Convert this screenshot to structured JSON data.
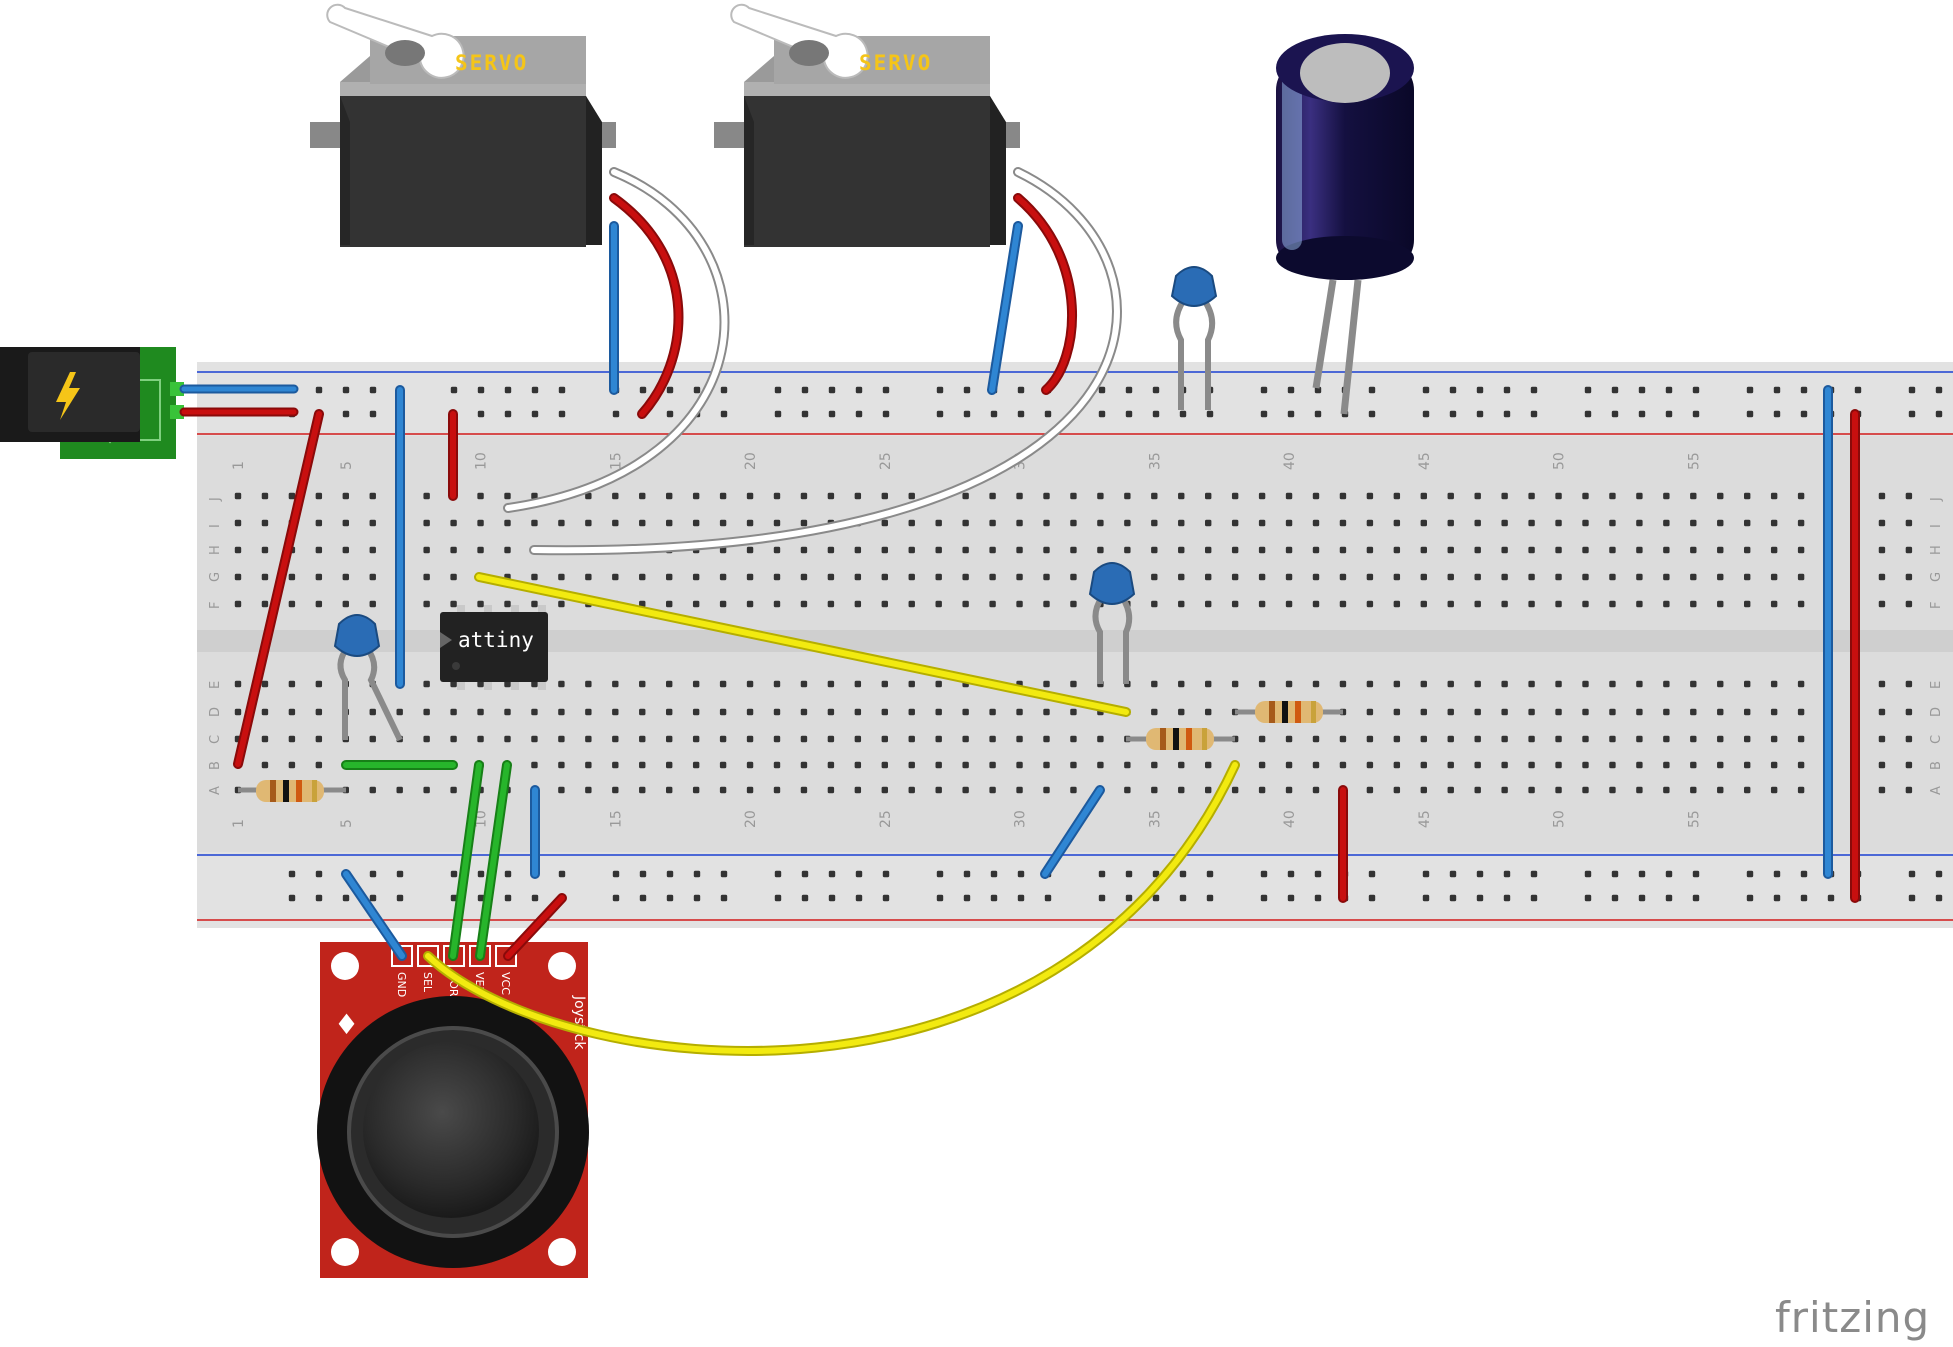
{
  "servo_label": "SERVO",
  "chip_label": "attiny",
  "brand": "fritzing",
  "joystick_label": "Joystick",
  "joystick_pins": [
    "GND",
    "SEL",
    "HOR",
    "VER",
    "VCC"
  ],
  "column_numbers": [
    "1",
    "5",
    "10",
    "15",
    "20",
    "25",
    "30",
    "35",
    "40",
    "45",
    "50",
    "55"
  ],
  "row_letters_top": [
    "J",
    "I",
    "H",
    "G",
    "F"
  ],
  "row_letters_bottom": [
    "E",
    "D",
    "C",
    "B",
    "A"
  ],
  "colors": {
    "board": "#dcdcdc",
    "rail_red": "#d11b1b",
    "rail_blue": "#1a3fd1",
    "wire_red": "#c80f0f",
    "wire_blue": "#2f86d3",
    "wire_green": "#27b52b",
    "wire_yellow": "#f2ea10",
    "wire_white": "#ffffff",
    "joystick_pcb": "#c0241b",
    "power_pcb": "#1f8a1f"
  }
}
